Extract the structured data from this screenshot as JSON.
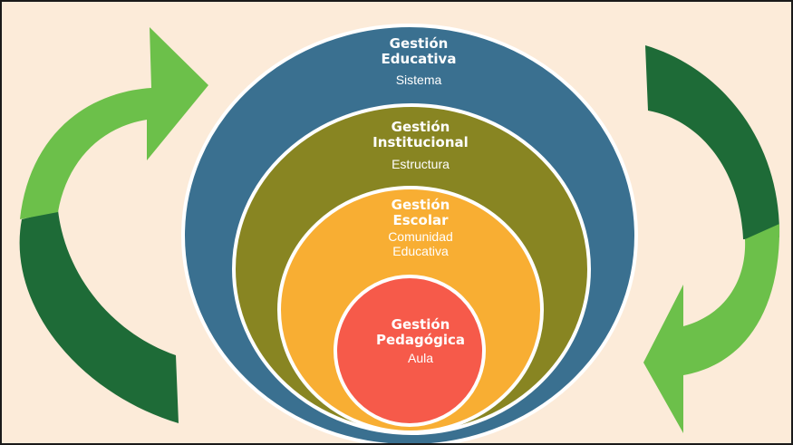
{
  "colors": {
    "background": "#fcebd9",
    "outer_blue": "#3a7090",
    "olive": "#888522",
    "orange": "#f8ae33",
    "red": "#f65a4a",
    "arrow_light_green": "#6cc04a",
    "arrow_dark_green": "#1e6b37"
  },
  "levels": [
    {
      "title_line1": "Gestión",
      "title_line2": "Educativa",
      "subtitle": "Sistema"
    },
    {
      "title_line1": "Gestión",
      "title_line2": "Institucional",
      "subtitle": "Estructura"
    },
    {
      "title_line1": "Gestión",
      "title_line2": "Escolar",
      "subtitle_line1": "Comunidad",
      "subtitle_line2": "Educativa"
    },
    {
      "title_line1": "Gestión",
      "title_line2": "Pedagógica",
      "subtitle": "Aula"
    }
  ],
  "icons": [
    "cycle-arrow-left-icon",
    "cycle-arrow-right-icon"
  ]
}
